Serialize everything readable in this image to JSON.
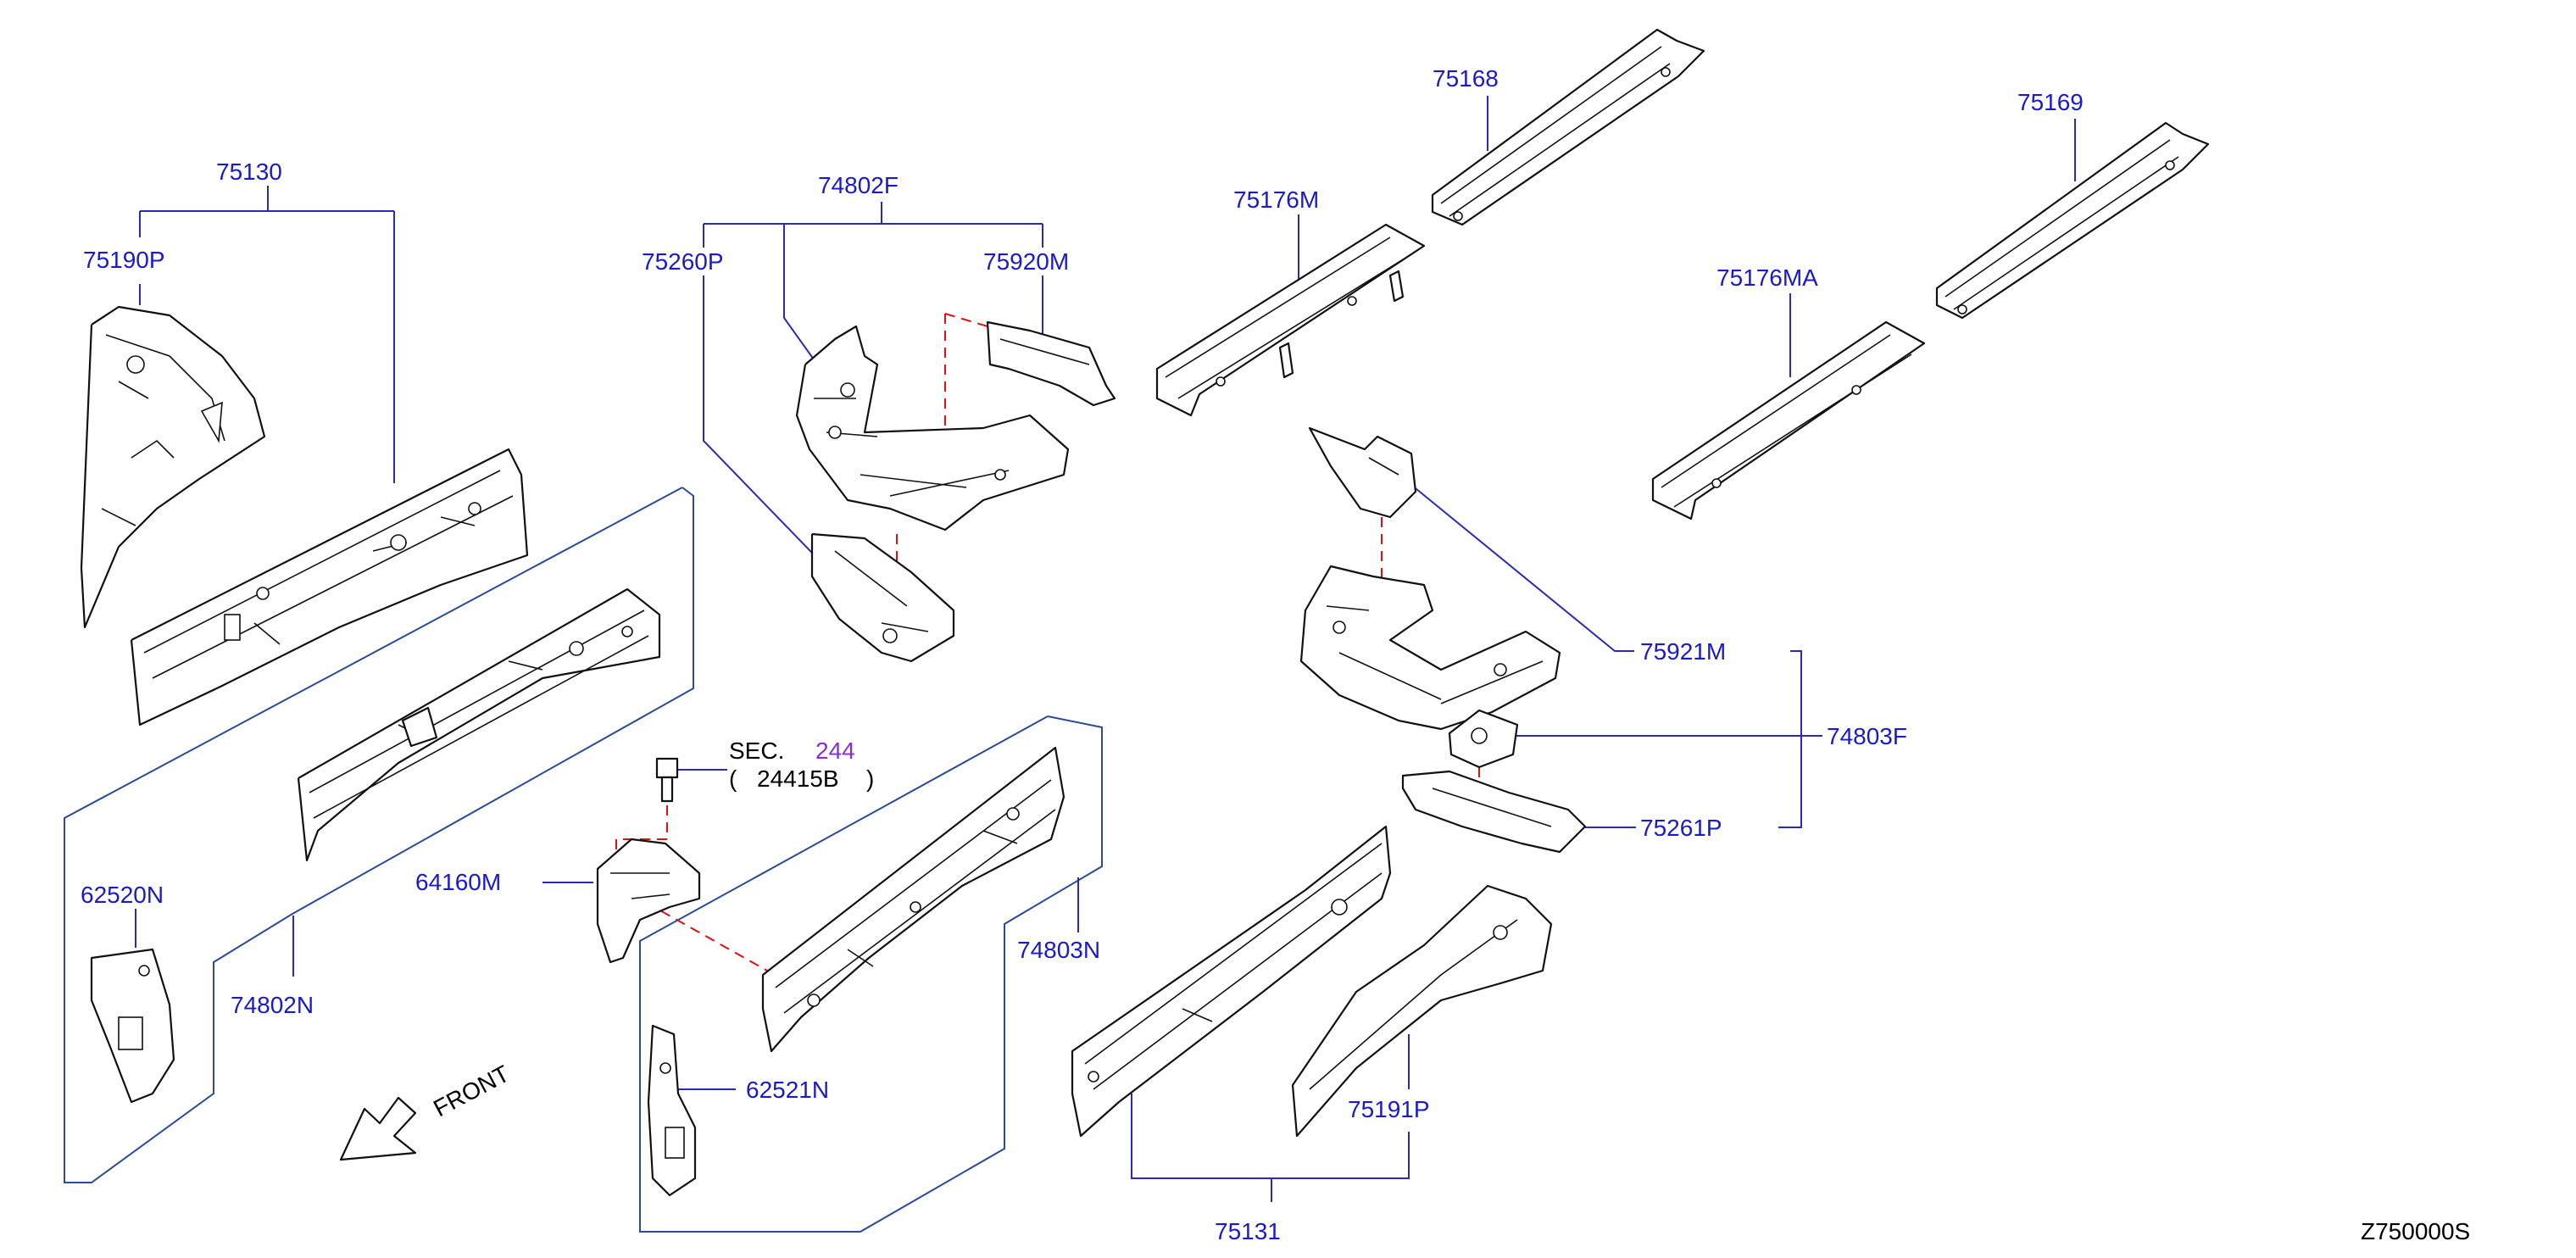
{
  "diagram_id": "Z750000S",
  "front_label": "FRONT",
  "sec_ref": {
    "prefix": "SEC.",
    "number": "244",
    "part_open": "(",
    "part": "24415B",
    "part_close": ")"
  },
  "labels": {
    "p75130": "75130",
    "p75190P": "75190P",
    "p74802F": "74802F",
    "p75260P": "75260P",
    "p75920M": "75920M",
    "p75168": "75168",
    "p75176M": "75176M",
    "p75169": "75169",
    "p75176MA": "75176MA",
    "p75921M": "75921M",
    "p74803F": "74803F",
    "p75261P": "75261P",
    "p64160M": "64160M",
    "p62520N": "62520N",
    "p74802N": "74802N",
    "p74803N": "74803N",
    "p62521N": "62521N",
    "p75191P": "75191P",
    "p75131": "75131"
  },
  "colors": {
    "label": "#1a1acc",
    "leader": "#2a2ab8",
    "dashed_link": "#e01010",
    "sec_number": "#8a2be2"
  }
}
